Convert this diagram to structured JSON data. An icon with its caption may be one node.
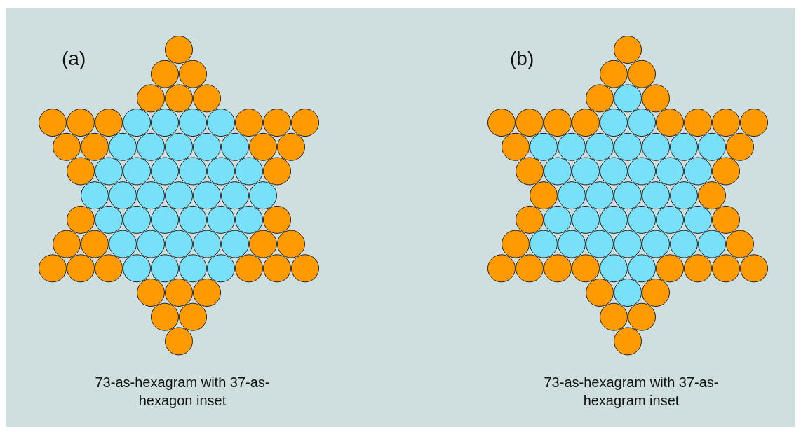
{
  "diagram": {
    "labels": [
      "(a)",
      "(b)",
      "73-as-hexagram with 37-as-hexagon inset",
      "73-as-hexagram with 37-as-hexagram inset"
    ]
  }
}
